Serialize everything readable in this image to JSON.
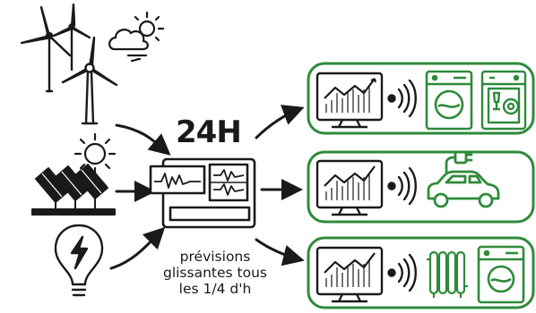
{
  "center": {
    "title": "24H",
    "caption_lines": [
      "prévisions",
      "glissantes tous",
      "les 1/4 d'h"
    ]
  },
  "sources": [
    {
      "icon": "wind-turbines-icon"
    },
    {
      "icon": "weather-cloud-sun-icon"
    },
    {
      "icon": "sun-icon"
    },
    {
      "icon": "solar-panels-icon"
    },
    {
      "icon": "lightbulb-lightning-icon"
    }
  ],
  "destinations": [
    {
      "devices": [
        "monitor-chart-icon",
        "wireless-signal-icon",
        "washing-machine-icon",
        "dishwasher-icon"
      ]
    },
    {
      "devices": [
        "monitor-chart-icon",
        "wireless-signal-icon",
        "electric-car-icon"
      ]
    },
    {
      "devices": [
        "monitor-chart-icon",
        "wireless-signal-icon",
        "radiator-icon",
        "washing-machine-icon"
      ]
    }
  ],
  "colors": {
    "ink": "#1a1a1a",
    "accent_green": "#2e8b3a",
    "paper": "#ffffff"
  }
}
